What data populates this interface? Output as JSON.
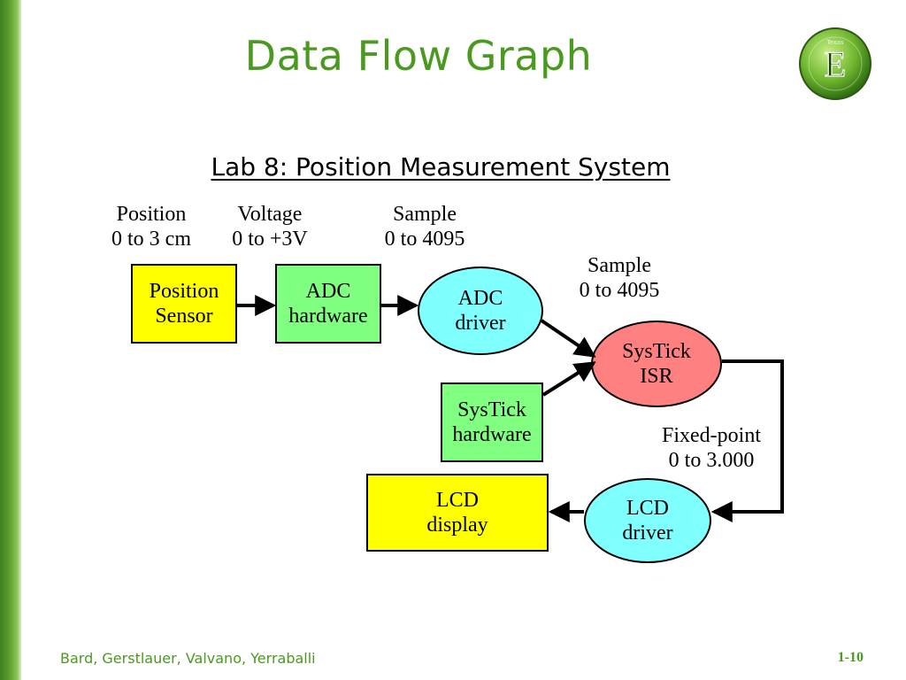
{
  "slide": {
    "title": "Data Flow Graph",
    "subtitle": "Lab 8: Position Measurement System"
  },
  "labels": {
    "position_name": "Position",
    "position_range": "0 to 3 cm",
    "voltage_name": "Voltage",
    "voltage_range": "0 to +3V",
    "sample1_name": "Sample",
    "sample1_range": "0 to 4095",
    "sample2_name": "Sample",
    "sample2_range": "0 to 4095",
    "fixed_name": "Fixed-point",
    "fixed_range": "0 to 3.000"
  },
  "nodes": {
    "position_sensor": [
      "Position",
      "Sensor"
    ],
    "adc_hardware": [
      "ADC",
      "hardware"
    ],
    "adc_driver": [
      "ADC",
      "driver"
    ],
    "systick_isr": [
      "SysTick",
      "ISR"
    ],
    "systick_hardware": [
      "SysTick",
      "hardware"
    ],
    "lcd_driver": [
      "LCD",
      "driver"
    ],
    "lcd_display": [
      "LCD",
      "display"
    ]
  },
  "logo": {
    "letter": "E",
    "text": "Texas"
  },
  "footer": {
    "authors": "Bard, Gerstlauer, Valvano, Yerraballi",
    "page": "1-10"
  },
  "colors": {
    "accent_green": "#4a9a1f",
    "sensor_yellow": "#ffff00",
    "hardware_green": "#80ff80",
    "driver_cyan": "#80ffff",
    "isr_red": "#ff8080"
  }
}
